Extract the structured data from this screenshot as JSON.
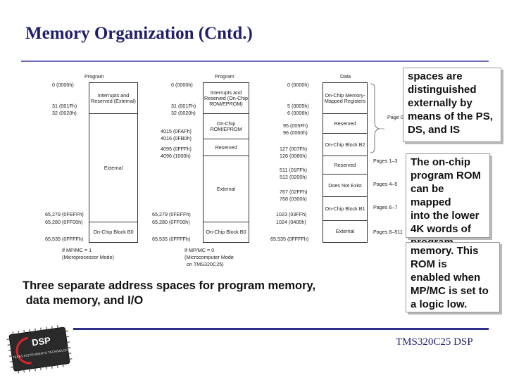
{
  "slide": {
    "title": "Memory Organization (Cntd.)",
    "summary_line1": "Three separate address spaces for program memory,",
    "summary_line2": " data memory, and I/O",
    "footer": "TMS320C25 DSP"
  },
  "callouts": {
    "top_lines": [
      "spaces are",
      "distinguished",
      "externally by",
      "means of the PS,",
      "DS, and IS"
    ],
    "rom_lines": [
      "The on-chip",
      "program ROM",
      "can be mapped",
      "into the lower",
      "4K words of",
      "program"
    ],
    "rom_cont_lines": [
      "memory. This",
      "ROM is",
      "enabled when",
      "MP/MC is set to",
      "a logic low."
    ]
  },
  "logo": {
    "text": "DSP",
    "ring_text": "TEXAS INSTRUMENTS TECHNOLOGY"
  },
  "memory_map": {
    "col1": {
      "header": "Program",
      "addresses": [
        "0 (0000h)",
        "31 (001Fh)",
        "32 (0020h)",
        "65,279 (0FEFFh)",
        "65,280 (0FF00h)",
        "65,535 (0FFFFh)"
      ],
      "blocks": [
        "Interrupts and Reserved (External)",
        "External",
        "On-Chip Block B0"
      ],
      "caption1": "If MP/MC = 1",
      "caption2": "(Microprocessor Mode)"
    },
    "col2": {
      "header": "Program",
      "addresses": [
        "0 (0000h)",
        "31 (001Fh)",
        "32 (0020h)",
        "4015 (0FAFh)",
        "4016 (0FB0h)",
        "4095 (0FFFh)",
        "4096 (1000h)",
        "65,279 (0FEFFh)",
        "65,280 (0FF00h)",
        "65,535 (0FFFFh)"
      ],
      "blocks": [
        "Interrupts and Reserved (On-Chip ROM/EPROM)",
        "On-Chip ROM/EPROM",
        "Reserved",
        "External",
        "On-Chip Block B0"
      ],
      "caption1": "If MP/MC = 0",
      "caption2": "(Microcomputer Mode",
      "caption3": "on TMS320C25)"
    },
    "col3": {
      "header": "Data",
      "addresses": [
        "0 (0000h)",
        "5 (0005h)",
        "6 (0006h)",
        "95 (005Fh)",
        "96 (0060h)",
        "127 (007Fh)",
        "128 (0080h)",
        "511 (01FFh)",
        "512 (0200h)",
        "767 (02FFh)",
        "768 (0300h)",
        "1023 (03FFh)",
        "1024 (0400h)",
        "65,535 (0FFFFh)"
      ],
      "blocks": [
        "On-Chip Memory-Mapped Registers",
        "Reserved",
        "On-Chip Block B2",
        "Reserved",
        "Does Not Exist",
        "On-Chip Block B1",
        "External"
      ],
      "page_labels": [
        "Page 0",
        "Pages 1–3",
        "Pages 4–5",
        "Pages 6–7",
        "Pages 8–511"
      ]
    }
  }
}
